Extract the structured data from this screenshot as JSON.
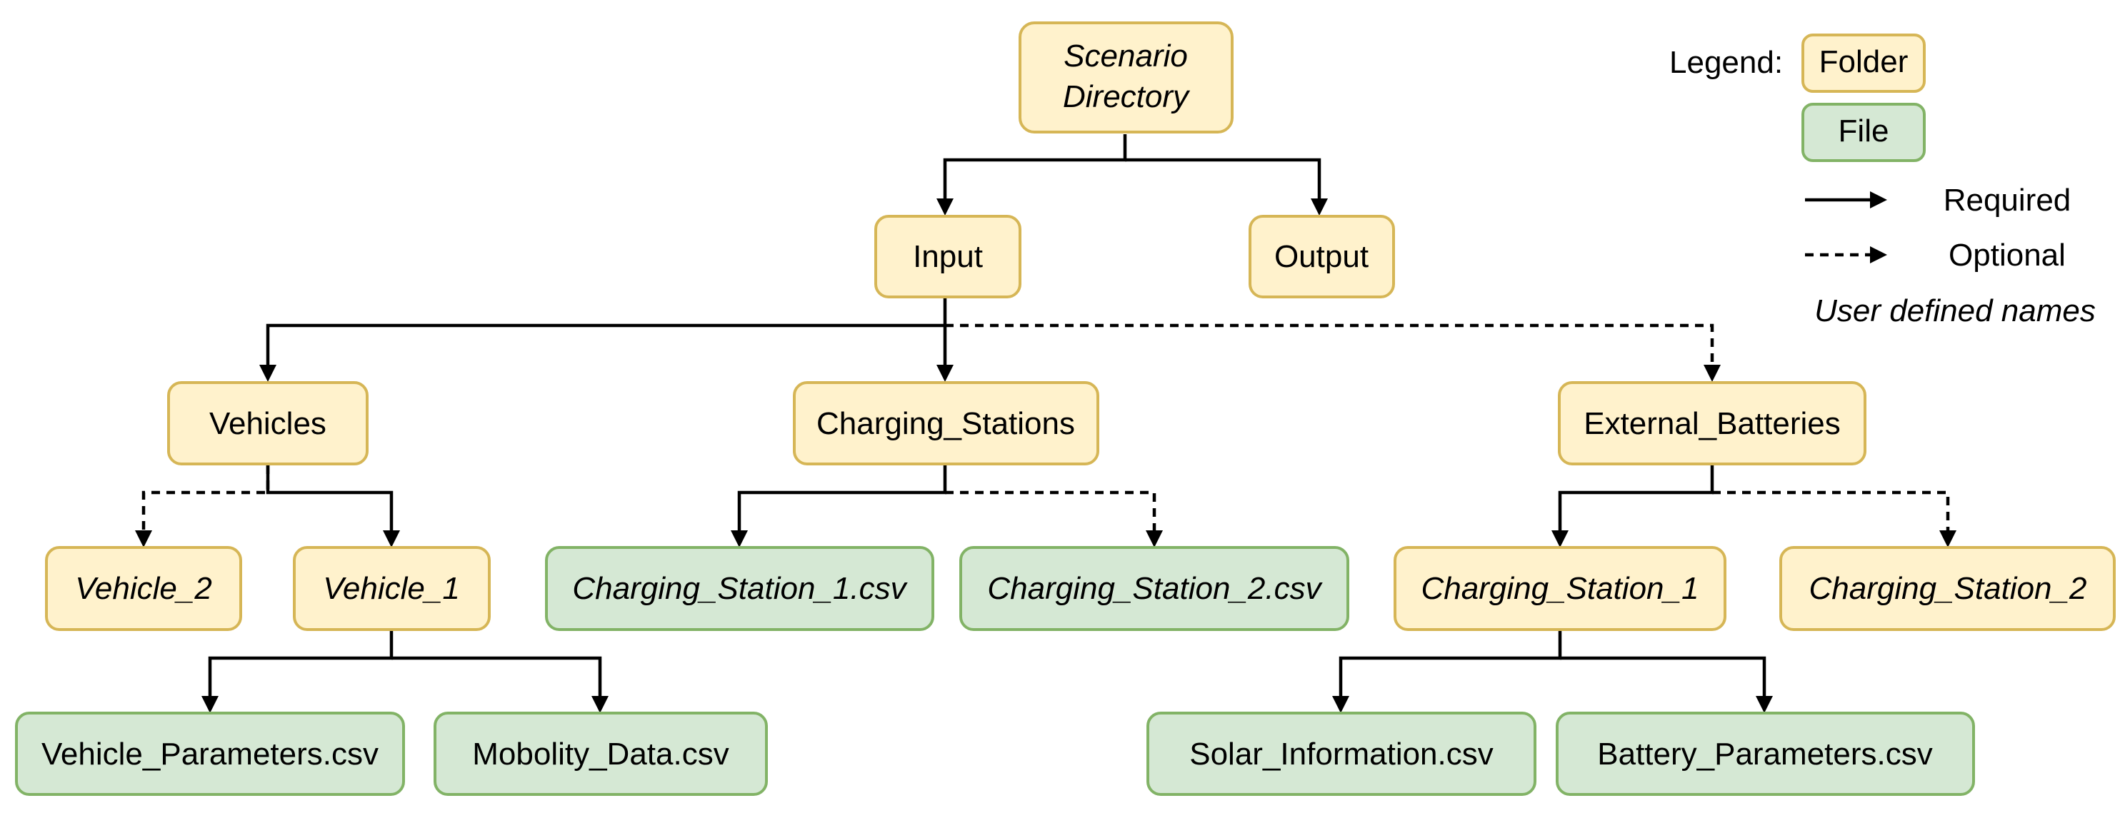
{
  "nodes": {
    "scenario_directory": {
      "line1": "Scenario",
      "line2": "Directory",
      "kind": "folder",
      "italic": true
    },
    "input": {
      "label": "Input",
      "kind": "folder",
      "italic": false
    },
    "output": {
      "label": "Output",
      "kind": "folder",
      "italic": false
    },
    "vehicles": {
      "label": "Vehicles",
      "kind": "folder",
      "italic": false
    },
    "charging_stations": {
      "label": "Charging_Stations",
      "kind": "folder",
      "italic": false
    },
    "external_batteries": {
      "label": "External_Batteries",
      "kind": "folder",
      "italic": false
    },
    "vehicle_2": {
      "label": "Vehicle_2",
      "kind": "folder",
      "italic": true
    },
    "vehicle_1": {
      "label": "Vehicle_1",
      "kind": "folder",
      "italic": true
    },
    "charging_station_1_csv": {
      "label": "Charging_Station_1.csv",
      "kind": "file",
      "italic": true
    },
    "charging_station_2_csv": {
      "label": "Charging_Station_2.csv",
      "kind": "file",
      "italic": true
    },
    "charging_station_1": {
      "label": "Charging_Station_1",
      "kind": "folder",
      "italic": true
    },
    "charging_station_2": {
      "label": "Charging_Station_2",
      "kind": "folder",
      "italic": true
    },
    "vehicle_parameters": {
      "label": "Vehicle_Parameters.csv",
      "kind": "file",
      "italic": false
    },
    "mobility_data": {
      "label": "Mobolity_Data.csv",
      "kind": "file",
      "italic": false
    },
    "solar_information": {
      "label": "Solar_Information.csv",
      "kind": "file",
      "italic": false
    },
    "battery_parameters": {
      "label": "Battery_Parameters.csv",
      "kind": "file",
      "italic": false
    }
  },
  "edges": [
    {
      "from": "Scenario Directory",
      "to": "Input",
      "style": "required"
    },
    {
      "from": "Scenario Directory",
      "to": "Output",
      "style": "required"
    },
    {
      "from": "Input",
      "to": "Vehicles",
      "style": "required"
    },
    {
      "from": "Input",
      "to": "Charging_Stations",
      "style": "required"
    },
    {
      "from": "Input",
      "to": "External_Batteries",
      "style": "optional"
    },
    {
      "from": "Vehicles",
      "to": "Vehicle_2",
      "style": "optional"
    },
    {
      "from": "Vehicles",
      "to": "Vehicle_1",
      "style": "required"
    },
    {
      "from": "Charging_Stations",
      "to": "Charging_Station_1.csv",
      "style": "required"
    },
    {
      "from": "Charging_Stations",
      "to": "Charging_Station_2.csv",
      "style": "optional"
    },
    {
      "from": "External_Batteries",
      "to": "Charging_Station_1",
      "style": "required"
    },
    {
      "from": "External_Batteries",
      "to": "Charging_Station_2",
      "style": "optional"
    },
    {
      "from": "Vehicle_1",
      "to": "Vehicle_Parameters.csv",
      "style": "required"
    },
    {
      "from": "Vehicle_1",
      "to": "Mobolity_Data.csv",
      "style": "required"
    },
    {
      "from": "Charging_Station_1",
      "to": "Solar_Information.csv",
      "style": "required"
    },
    {
      "from": "Charging_Station_1",
      "to": "Battery_Parameters.csv",
      "style": "required"
    }
  ],
  "legend": {
    "title": "Legend:",
    "folder": "Folder",
    "file": "File",
    "required": "Required",
    "optional": "Optional",
    "user_defined": "User defined names"
  },
  "colors": {
    "folder_fill": "#FFF2CC",
    "folder_stroke": "#D6B656",
    "file_fill": "#D5E8D4",
    "file_stroke": "#82B366",
    "line": "#000000"
  }
}
